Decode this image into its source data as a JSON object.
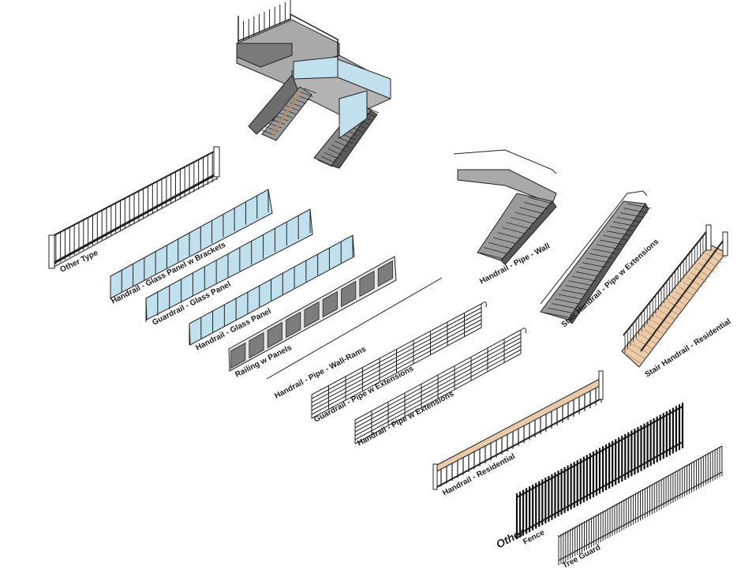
{
  "labels": {
    "other_type": "Other Type",
    "glass_panel_brackets": "Handrail - Glass Panel w Brackets",
    "guardrail_glass": "Guardrail - Glass Panel",
    "handrail_glass": "Handrail - Glass Panel",
    "railing_panels": "Railing w Panels",
    "pipe_wall_rams": "Handrail - Pipe - Wall-Rams",
    "guardrail_pipe_ext": "Guardrail - Pipe w Extensions",
    "handrail_pipe_ext": "Handrail - Pipe w Extensions",
    "handrail_residential": "Handrail - Residential",
    "handrail_pipe_wall": "Handrail - Pipe - Wall",
    "stair_pipe_ext": "Stair Handrail - Pipe w Extensions",
    "stair_residential": "Stair Handrail - Residential",
    "fence": "Fence",
    "tree_guard": "Tree Guard",
    "other": "Other"
  },
  "colors": {
    "line": "#222222",
    "glass": "#bfe0ec",
    "panel": "#7d7d7d",
    "stair_fill": "#9a9a9a",
    "stair_dark": "#5e5e5e",
    "wood": "#e8c9a8",
    "wood_dark": "#b98a5e"
  }
}
